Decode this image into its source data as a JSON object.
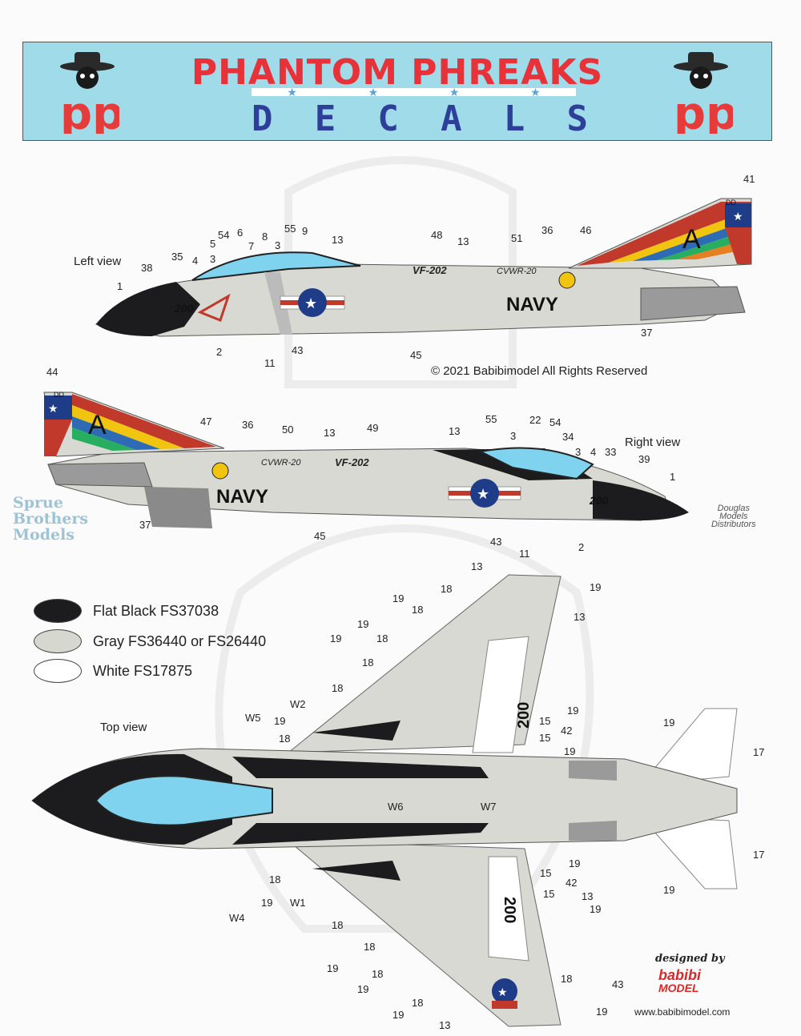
{
  "header": {
    "title": "PHANTOM PHREAKS",
    "subtitle_letters": [
      "D",
      "E",
      "C",
      "A",
      "L",
      "S"
    ],
    "logo_text": "pp"
  },
  "views": {
    "left": "Left view",
    "right": "Right view",
    "top": "Top view"
  },
  "markings": {
    "vf": "VF-202",
    "cvwr": "CVWR-20",
    "navy": "NAVY",
    "modex": "200",
    "tail_code": "DD",
    "tail_letter": "A"
  },
  "copyright": "© 2021 Babibimodel All Rights Reserved",
  "legend": [
    {
      "label": "Flat Black FS37038",
      "color": "#1c1c1e"
    },
    {
      "label": "Gray FS36440 or FS26440",
      "color": "#d6d8d0"
    },
    {
      "label": "White FS17875",
      "color": "#ffffff"
    }
  ],
  "watermark": {
    "line1": "Sprue",
    "line2": "Brothers",
    "line3": "Models"
  },
  "distributor": {
    "line1": "Douglas",
    "line2": "Models",
    "line3": "Distributors"
  },
  "credits": {
    "designed_by": "designed by",
    "brand1": "babibi",
    "brand2": "MODEL",
    "website": "www.babibimodel.com"
  },
  "callouts_left": [
    "1",
    "38",
    "35",
    "4",
    "5",
    "3",
    "54",
    "6",
    "7",
    "8",
    "3",
    "55",
    "9",
    "13",
    "48",
    "13",
    "51",
    "36",
    "46",
    "41",
    "2",
    "11",
    "43",
    "45",
    "37"
  ],
  "callouts_right": [
    "44",
    "47",
    "36",
    "50",
    "13",
    "49",
    "13",
    "55",
    "3",
    "22",
    "54",
    "34",
    "3",
    "4",
    "33",
    "39",
    "1",
    "37",
    "45",
    "43",
    "11",
    "2"
  ],
  "callouts_top": [
    "13",
    "19",
    "18",
    "19",
    "18",
    "19",
    "18",
    "19",
    "18",
    "18",
    "W2",
    "W5",
    "19",
    "18",
    "13",
    "19",
    "15",
    "42",
    "15",
    "19",
    "19",
    "17",
    "W6",
    "W7",
    "15",
    "42",
    "15",
    "19",
    "17",
    "19",
    "18",
    "19",
    "W1",
    "W4",
    "18",
    "18",
    "19",
    "18",
    "19",
    "18",
    "19",
    "13",
    "43",
    "19",
    "18",
    "13",
    "19"
  ]
}
